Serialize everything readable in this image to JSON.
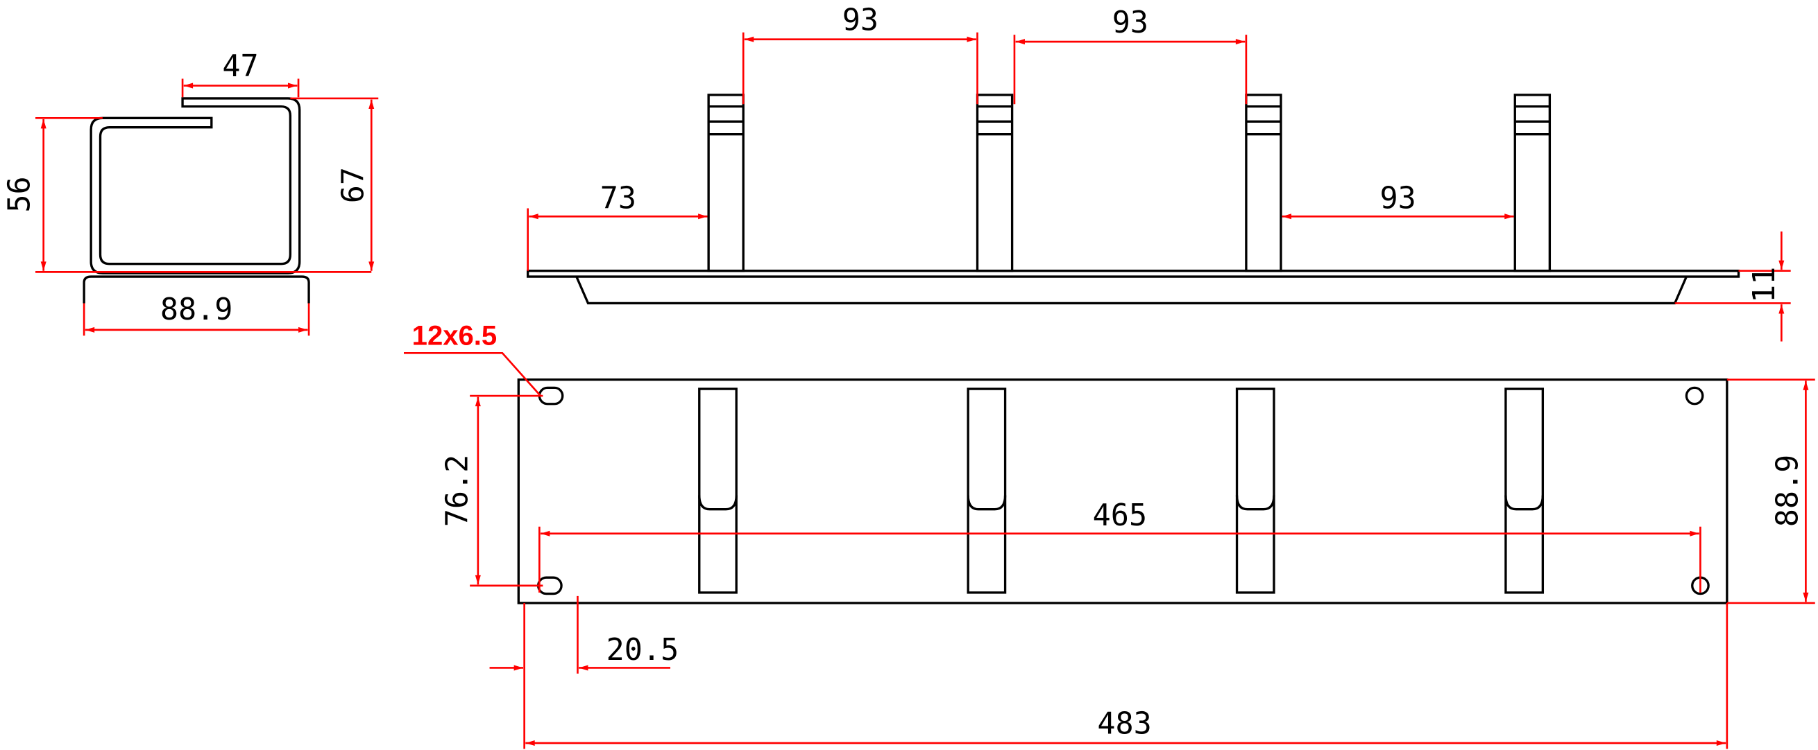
{
  "colors": {
    "outline": "#000000",
    "dimension": "#ff0000"
  },
  "profile_view": {
    "dims": {
      "top_lip": "47",
      "inner_height": "56",
      "outer_height": "67",
      "width": "88.9"
    }
  },
  "top_view": {
    "dims": {
      "spacing_1": "93",
      "spacing_2": "93",
      "edge_offset": "73",
      "spacing_3": "93",
      "tray_depth": "11"
    }
  },
  "front_view": {
    "dims": {
      "hole_label": "12x6.5",
      "hole_vertical": "76.2",
      "hole_horizontal": "465",
      "height": "88.9",
      "hole_offset": "20.5",
      "overall_width": "483"
    }
  }
}
